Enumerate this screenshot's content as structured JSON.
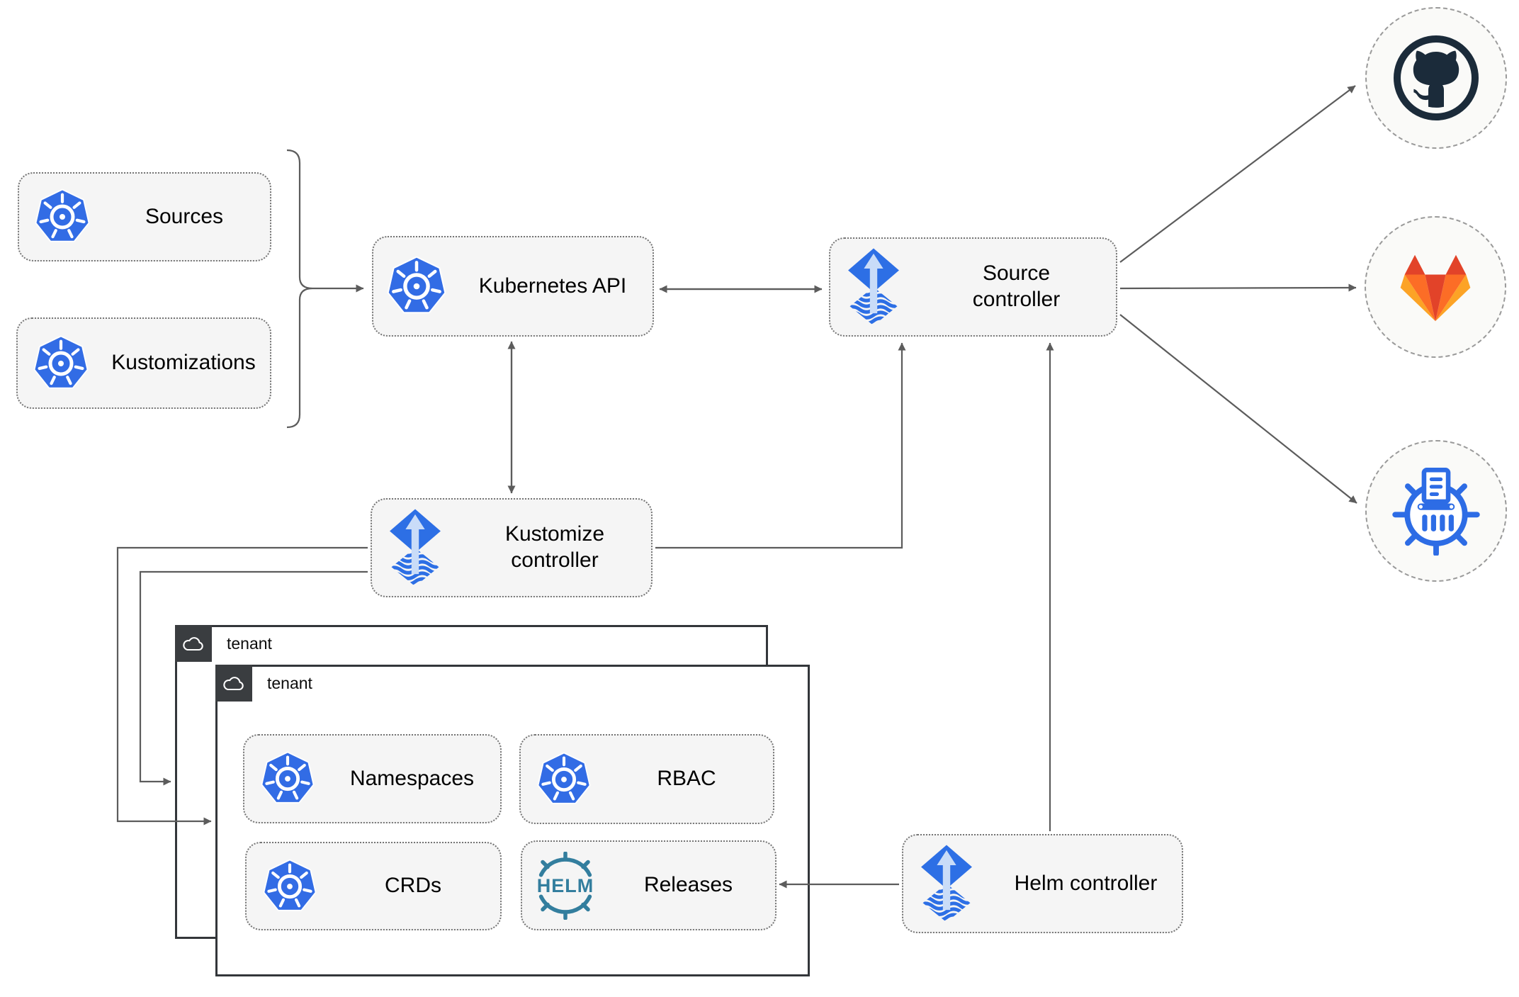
{
  "diagram": {
    "nodes": {
      "sources": {
        "label": "Sources",
        "icon": "kubernetes-icon"
      },
      "kustomizations": {
        "label": "Kustomizations",
        "icon": "kubernetes-icon"
      },
      "kubernetes_api": {
        "label": "Kubernetes API",
        "icon": "kubernetes-icon"
      },
      "source_controller": {
        "label": "Source controller",
        "icon": "flux-icon"
      },
      "kustomize_controller": {
        "label": "Kustomize controller",
        "icon": "flux-icon"
      },
      "helm_controller": {
        "label": "Helm controller",
        "icon": "flux-icon"
      },
      "namespaces": {
        "label": "Namespaces",
        "icon": "kubernetes-icon"
      },
      "rbac": {
        "label": "RBAC",
        "icon": "kubernetes-icon"
      },
      "crds": {
        "label": "CRDs",
        "icon": "kubernetes-icon"
      },
      "releases": {
        "label": "Releases",
        "icon": "helm-icon"
      }
    },
    "groups": {
      "tenant_back": {
        "label": "tenant",
        "icon": "cloud-icon"
      },
      "tenant_front": {
        "label": "tenant",
        "icon": "cloud-icon"
      }
    },
    "external_targets": [
      {
        "name": "github",
        "icon": "github-icon"
      },
      {
        "name": "gitlab",
        "icon": "gitlab-icon"
      },
      {
        "name": "manifest-registry",
        "icon": "kustomize-wheel-icon"
      }
    ],
    "edges": [
      {
        "from": "sources-and-kustomizations",
        "to": "kubernetes_api",
        "style": "brace-arrow"
      },
      {
        "from": "kubernetes_api",
        "to": "source_controller",
        "style": "bidirectional"
      },
      {
        "from": "kubernetes_api",
        "to": "kustomize_controller",
        "style": "bidirectional"
      },
      {
        "from": "kustomize_controller",
        "to": "source_controller",
        "style": "arrow"
      },
      {
        "from": "helm_controller",
        "to": "source_controller",
        "style": "arrow"
      },
      {
        "from": "kustomize_controller",
        "to": "tenant_front",
        "style": "arrow"
      },
      {
        "from": "kustomize_controller",
        "to": "tenant_back",
        "style": "arrow"
      },
      {
        "from": "helm_controller",
        "to": "releases",
        "style": "arrow"
      },
      {
        "from": "source_controller",
        "to": "github",
        "style": "arrow"
      },
      {
        "from": "source_controller",
        "to": "gitlab",
        "style": "arrow"
      },
      {
        "from": "source_controller",
        "to": "manifest-registry",
        "style": "arrow"
      }
    ],
    "colors": {
      "kubernetes_blue": "#326CE5",
      "flux_blue": "#2D6FE5",
      "flux_arrow_light": "#C9DCF8",
      "helm_blue": "#337E9E",
      "github_dark": "#1B2B3A",
      "gitlab_red": "#E24329",
      "gitlab_orange": "#FC6D26",
      "gitlab_yellow": "#FCA326",
      "node_fill": "#F5F5F5",
      "line_gray": "#5C5C5C",
      "tenant_border": "#33363A"
    }
  }
}
